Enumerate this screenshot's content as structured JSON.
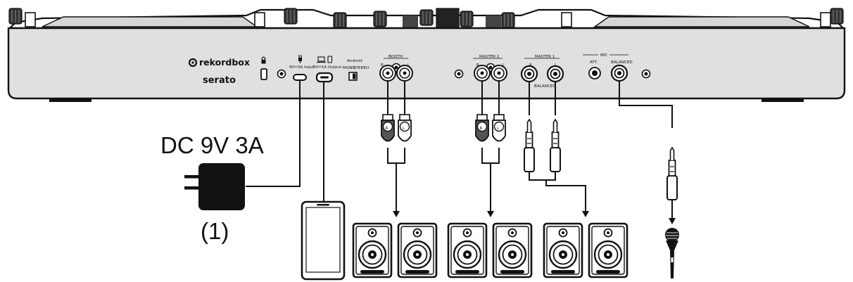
{
  "unit": {
    "brand_rekordbox": "rekordbox",
    "brand_serato": "serato",
    "usb_power_label": "9V⎓3A Input",
    "usb_output_label": "5V⎓1A Output",
    "android_label": "Android",
    "mono_label": "MONO",
    "stereo_label": "STEREO",
    "booth_label": "BOOTH",
    "master2_label": "MASTER 2",
    "master1_label": "MASTER 1",
    "balanced_label_master": "BALANCED",
    "mic_label": "MIC",
    "att_label": "ATT.",
    "balanced_label_mic": "BALANCED",
    "r_label": "R",
    "l_label": "L"
  },
  "adapter": {
    "voltage_label": "DC 9V 3A",
    "number_label": "(1)"
  },
  "plugs": {
    "r_letter": "R",
    "l_letter": "L"
  },
  "icons": [
    "lock-icon",
    "power-plug-icon",
    "laptop-icon",
    "phone-icon",
    "speaker-icon",
    "microphone-icon",
    "smartphone-icon",
    "ac-adapter-icon"
  ]
}
